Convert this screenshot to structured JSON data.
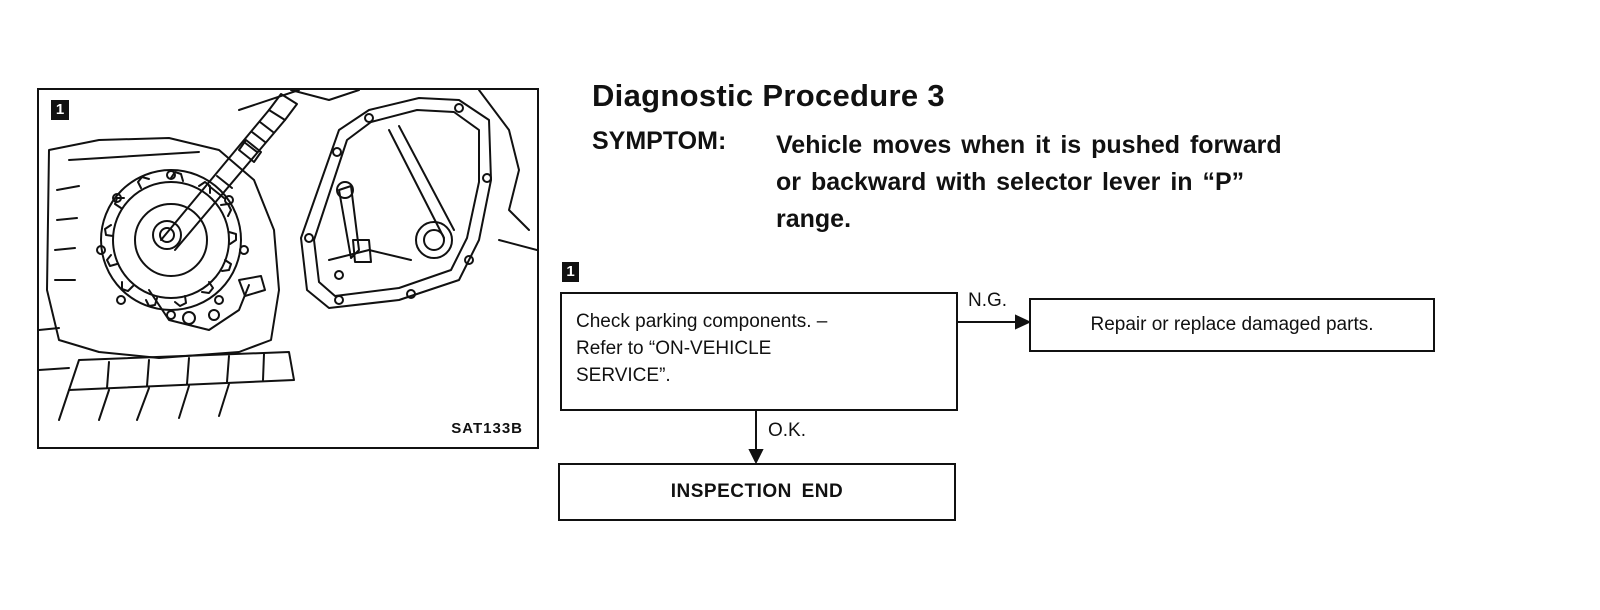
{
  "figure": {
    "step_number": "1",
    "code": "SAT133B"
  },
  "procedure": {
    "title": "Diagnostic Procedure 3",
    "symptom_label": "SYMPTOM:",
    "symptom_lines": [
      "Vehicle moves when it is pushed forward",
      "or backward with selector lever in “P”",
      "range."
    ]
  },
  "flowchart": {
    "step_number": "1",
    "check_box_lines": [
      "Check parking components. –",
      "Refer to “ON-VEHICLE",
      "SERVICE”."
    ],
    "ng_label": "N.G.",
    "ok_label": "O.K.",
    "repair_box": "Repair or replace damaged parts.",
    "end_box": "INSPECTION END"
  }
}
